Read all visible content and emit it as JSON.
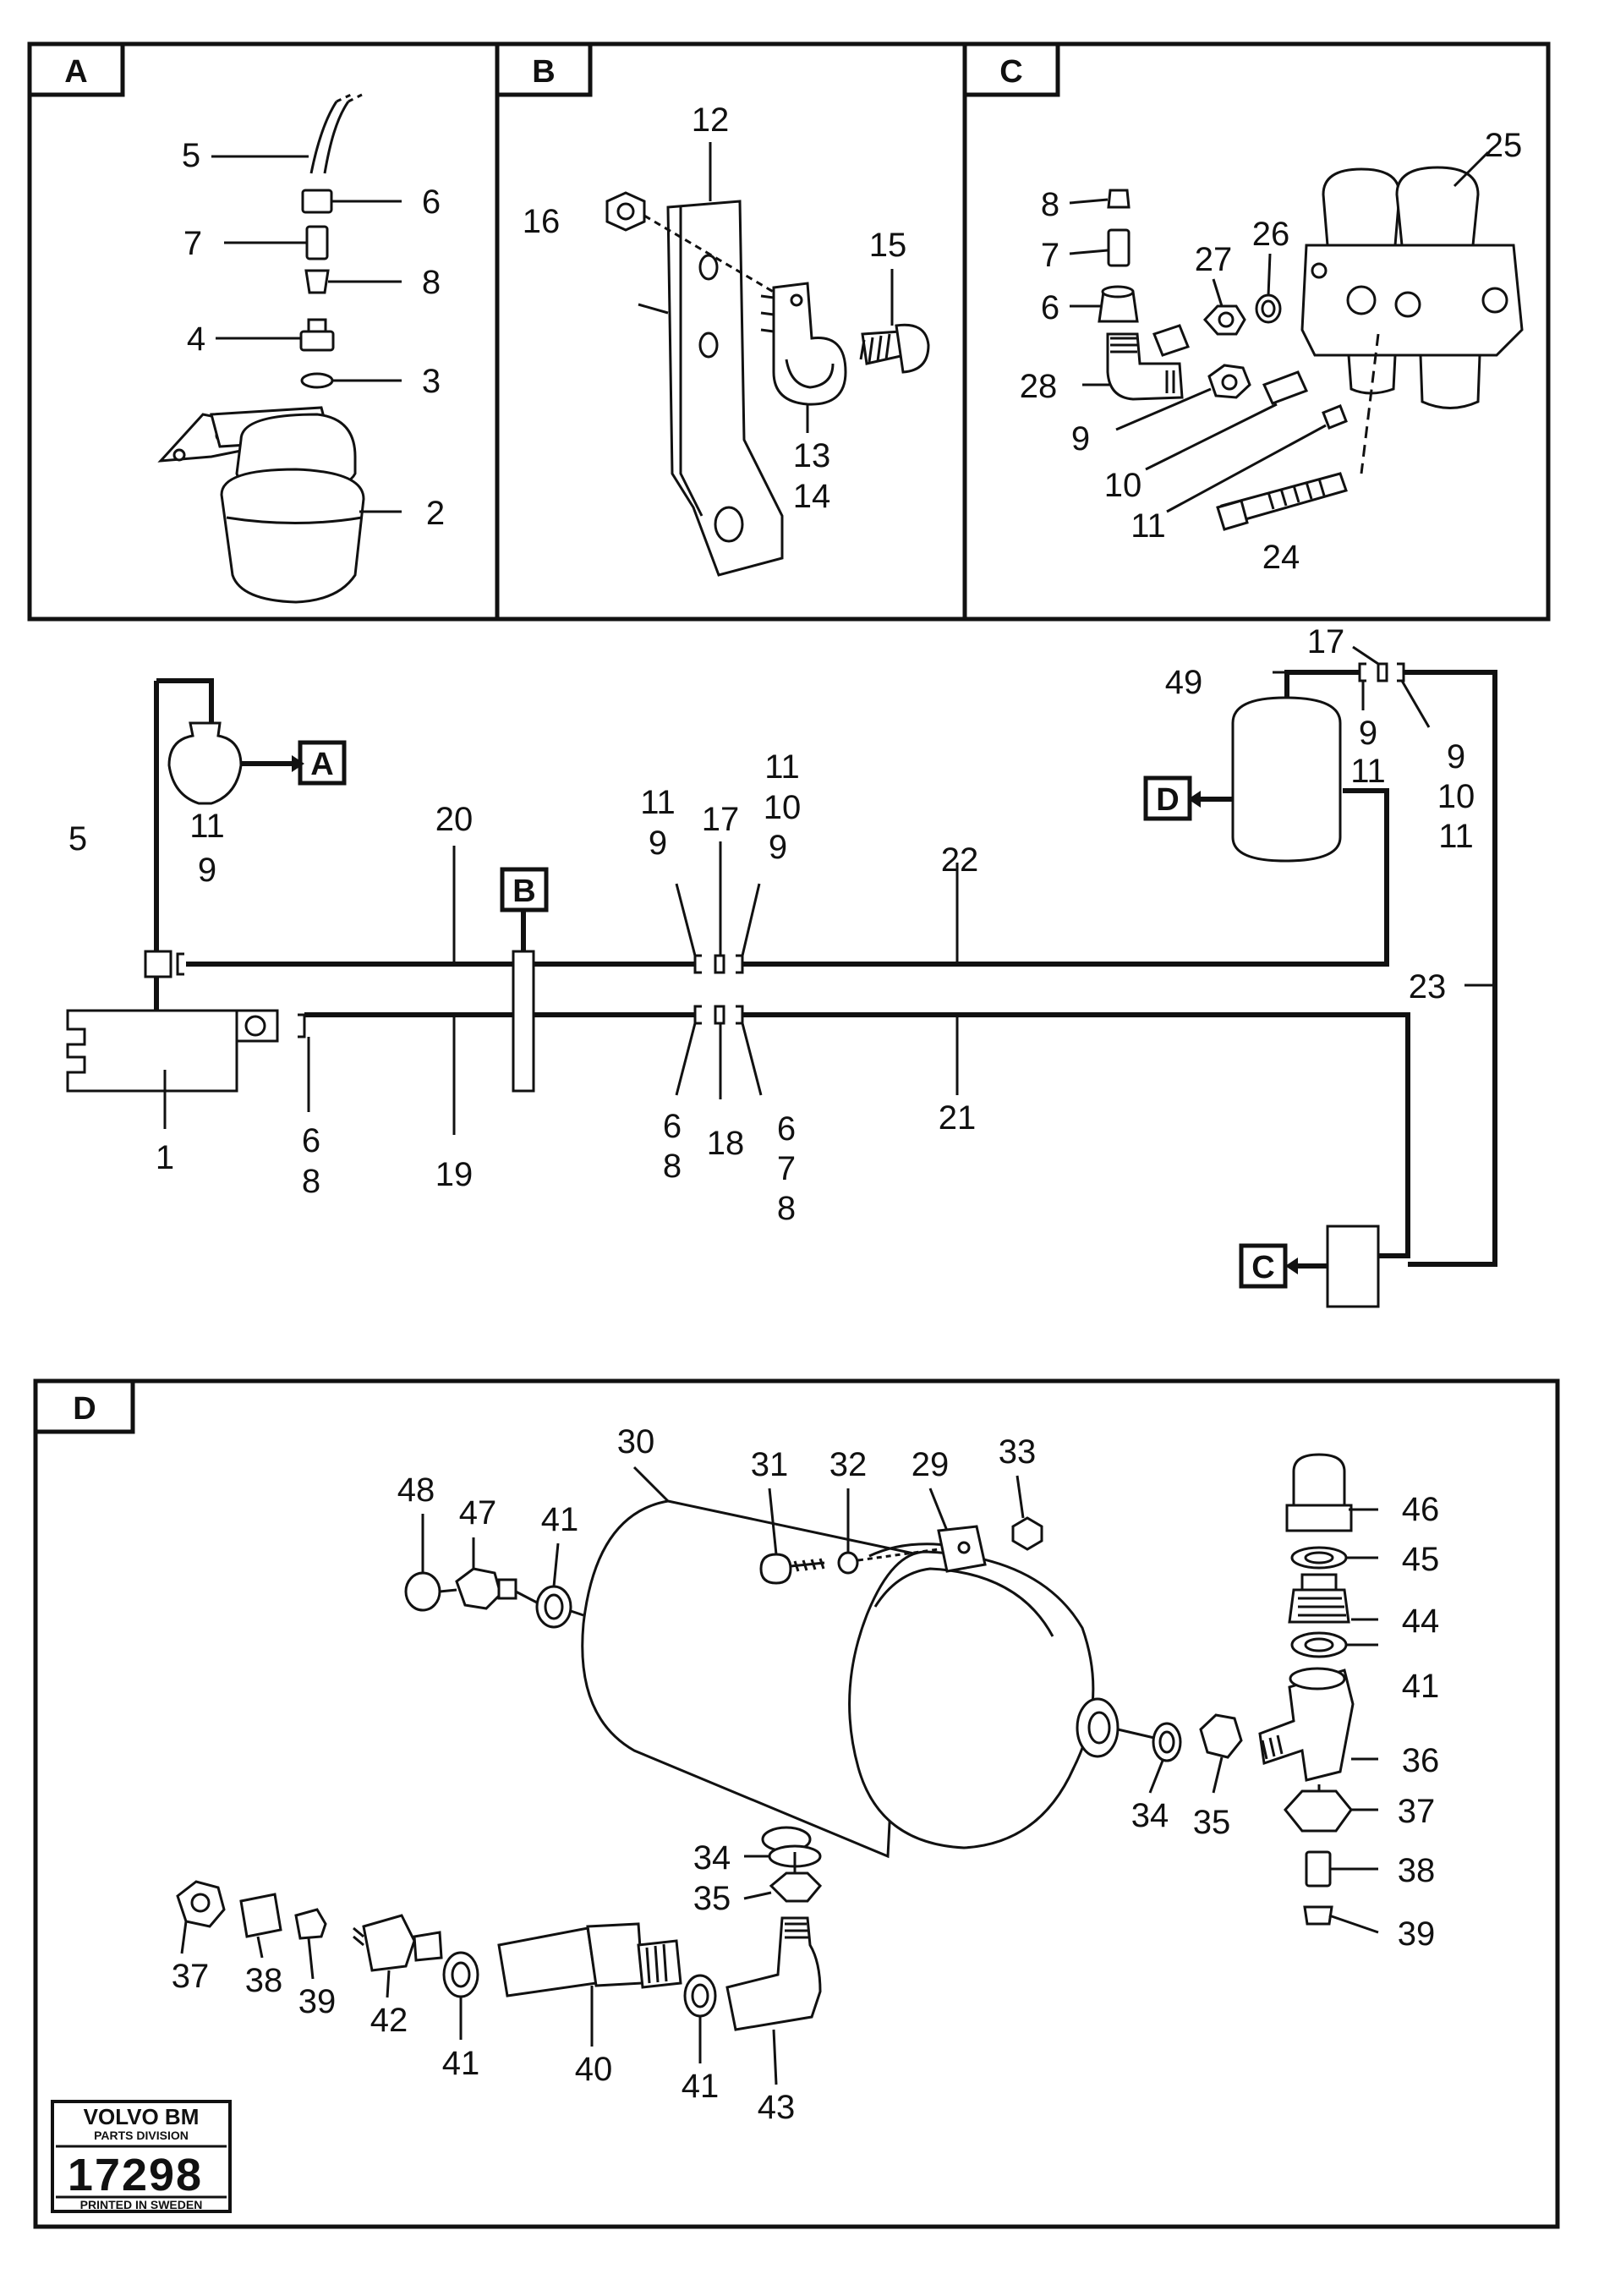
{
  "panels": {
    "a": "A",
    "b": "B",
    "c": "C",
    "d": "D"
  },
  "callouts": {
    "panel_a": [
      {
        "id": "a5",
        "text": "5"
      },
      {
        "id": "a6",
        "text": "6"
      },
      {
        "id": "a7",
        "text": "7"
      },
      {
        "id": "a8",
        "text": "8"
      },
      {
        "id": "a4",
        "text": "4"
      },
      {
        "id": "a3",
        "text": "3"
      },
      {
        "id": "a2",
        "text": "2"
      }
    ],
    "panel_b": [
      {
        "id": "b12",
        "text": "12"
      },
      {
        "id": "b16",
        "text": "16"
      },
      {
        "id": "b15",
        "text": "15"
      },
      {
        "id": "b13",
        "text": "13"
      },
      {
        "id": "b14",
        "text": "14"
      }
    ],
    "panel_c": [
      {
        "id": "c25",
        "text": "25"
      },
      {
        "id": "c8",
        "text": "8"
      },
      {
        "id": "c7",
        "text": "7"
      },
      {
        "id": "c6",
        "text": "6"
      },
      {
        "id": "c27",
        "text": "27"
      },
      {
        "id": "c26",
        "text": "26"
      },
      {
        "id": "c28",
        "text": "28"
      },
      {
        "id": "c9",
        "text": "9"
      },
      {
        "id": "c10",
        "text": "10"
      },
      {
        "id": "c11",
        "text": "11"
      },
      {
        "id": "c24",
        "text": "24"
      }
    ],
    "schematic": [
      {
        "id": "s5",
        "text": "5"
      },
      {
        "id": "s11a",
        "text": "11"
      },
      {
        "id": "s9a",
        "text": "9"
      },
      {
        "id": "s20",
        "text": "20"
      },
      {
        "id": "s11b",
        "text": "11"
      },
      {
        "id": "s9b",
        "text": "9"
      },
      {
        "id": "s17a",
        "text": "17"
      },
      {
        "id": "s11c",
        "text": "11"
      },
      {
        "id": "s10a",
        "text": "10"
      },
      {
        "id": "s9c",
        "text": "9"
      },
      {
        "id": "s22",
        "text": "22"
      },
      {
        "id": "s17b",
        "text": "17"
      },
      {
        "id": "s49",
        "text": "49"
      },
      {
        "id": "s9d",
        "text": "9"
      },
      {
        "id": "s11d",
        "text": "11"
      },
      {
        "id": "s9e",
        "text": "9"
      },
      {
        "id": "s10b",
        "text": "10"
      },
      {
        "id": "s11e",
        "text": "11"
      },
      {
        "id": "s23",
        "text": "23"
      },
      {
        "id": "s21",
        "text": "21"
      },
      {
        "id": "s1",
        "text": "1"
      },
      {
        "id": "s6a",
        "text": "6"
      },
      {
        "id": "s8a",
        "text": "8"
      },
      {
        "id": "s19",
        "text": "19"
      },
      {
        "id": "s6b",
        "text": "6"
      },
      {
        "id": "s8b",
        "text": "8"
      },
      {
        "id": "s18",
        "text": "18"
      },
      {
        "id": "s6c",
        "text": "6"
      },
      {
        "id": "s7",
        "text": "7"
      },
      {
        "id": "s8c",
        "text": "8"
      }
    ],
    "panel_d": [
      {
        "id": "d30",
        "text": "30"
      },
      {
        "id": "d31",
        "text": "31"
      },
      {
        "id": "d32",
        "text": "32"
      },
      {
        "id": "d29",
        "text": "29"
      },
      {
        "id": "d33",
        "text": "33"
      },
      {
        "id": "d48",
        "text": "48"
      },
      {
        "id": "d47",
        "text": "47"
      },
      {
        "id": "d41a",
        "text": "41"
      },
      {
        "id": "d46",
        "text": "46"
      },
      {
        "id": "d45",
        "text": "45"
      },
      {
        "id": "d44",
        "text": "44"
      },
      {
        "id": "d41b",
        "text": "41"
      },
      {
        "id": "d36",
        "text": "36"
      },
      {
        "id": "d34a",
        "text": "34"
      },
      {
        "id": "d35a",
        "text": "35"
      },
      {
        "id": "d34b",
        "text": "34"
      },
      {
        "id": "d35b",
        "text": "35"
      },
      {
        "id": "d37a",
        "text": "37"
      },
      {
        "id": "d38a",
        "text": "38"
      },
      {
        "id": "d39a",
        "text": "39"
      },
      {
        "id": "d37b",
        "text": "37"
      },
      {
        "id": "d38b",
        "text": "38"
      },
      {
        "id": "d39b",
        "text": "39"
      },
      {
        "id": "d42",
        "text": "42"
      },
      {
        "id": "d41c",
        "text": "41"
      },
      {
        "id": "d40",
        "text": "40"
      },
      {
        "id": "d41d",
        "text": "41"
      },
      {
        "id": "d43",
        "text": "43"
      }
    ]
  },
  "stamp": {
    "brand": "VOLVO BM",
    "division": "PARTS DIVISION",
    "number": "17298",
    "printed": "PRINTED IN SWEDEN"
  }
}
